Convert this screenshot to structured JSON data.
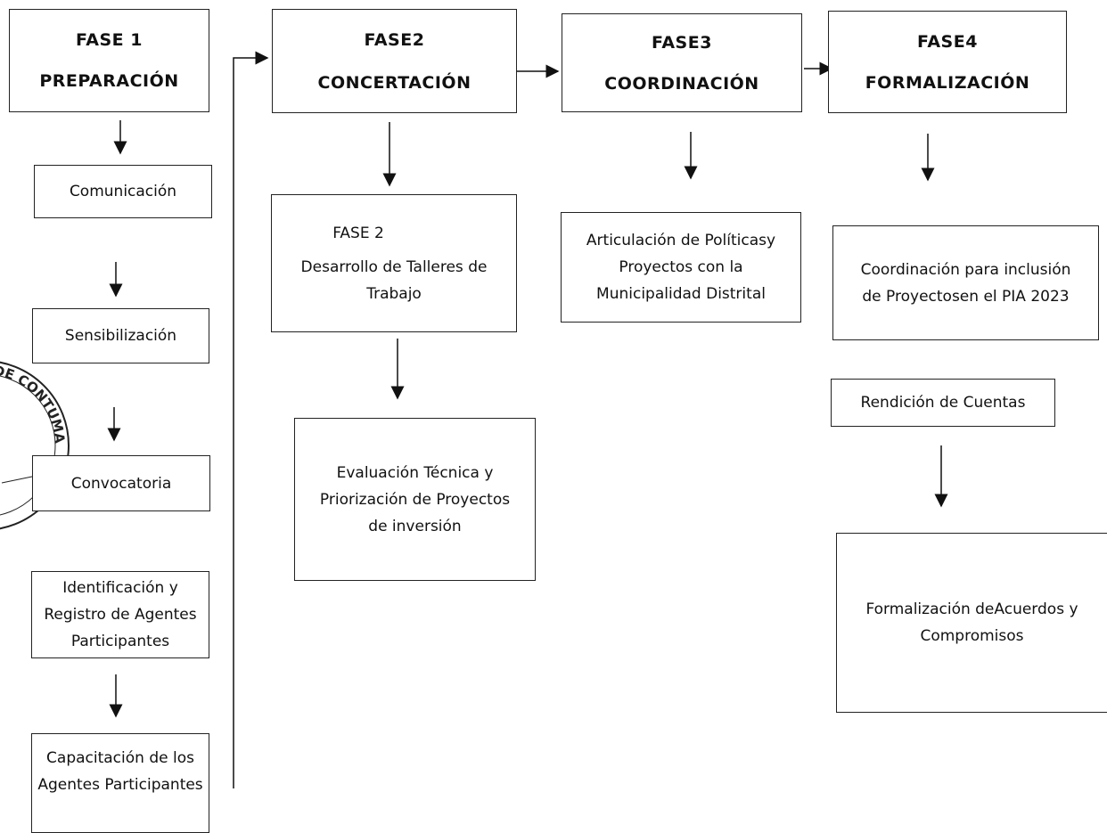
{
  "phases": [
    {
      "title": "FASE 1",
      "subtitle": "PREPARACIÓN"
    },
    {
      "title": "FASE2",
      "subtitle": "CONCERTACIÓN"
    },
    {
      "title": "FASE3",
      "subtitle": "COORDINACIÓN"
    },
    {
      "title": "FASE4",
      "subtitle": "FORMALIZACIÓN"
    }
  ],
  "phase1_steps": [
    [
      "Comunicación"
    ],
    [
      "Sensibilización"
    ],
    [
      "Convocatoria"
    ],
    [
      "Identificación y",
      "Registro de Agentes",
      "Participantes"
    ],
    [
      "Capacitación de los",
      "Agentes Participantes"
    ]
  ],
  "phase2_steps": [
    [
      "FASE 2",
      "Desarrollo de Talleres de",
      "Trabajo"
    ],
    [
      "Evaluación Técnica y",
      "Priorización de Proyectos",
      "de inversión"
    ]
  ],
  "phase3_steps": [
    [
      "Articulación de Políticasy",
      "Proyectos con la",
      "Municipalidad Distrital"
    ]
  ],
  "phase4_steps": [
    [
      "Coordinación para inclusión",
      "de Proyectosen el PIA 2023"
    ],
    [
      "Rendición de Cuentas"
    ],
    [
      "Formalización deAcuerdos y",
      "Compromisos"
    ]
  ],
  "seal": {
    "text": "DE CONTUMAZA"
  }
}
